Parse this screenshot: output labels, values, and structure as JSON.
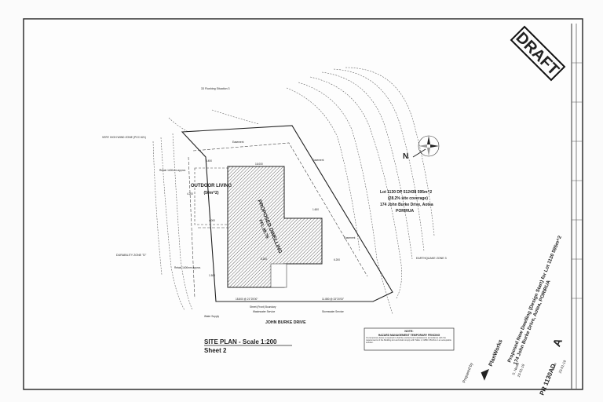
{
  "stamp": {
    "draft": "DRAFT"
  },
  "site": {
    "title": "SITE PLAN - Scale 1:200",
    "sheet": "Sheet 2",
    "flushing_situation": "33 Flushing Situation 3",
    "wind_zone": "VERY HIGH WIND ZONE (PCC 621)",
    "durability": "DURABILITY ZONE \"D\"",
    "earthquake": "EARTHQUAKE ZONE 3",
    "road": "JOHN BURKE DRIVE",
    "outdoor_living": "OUTDOOR LIVING",
    "outdoor_area": "(50m^2)",
    "dwelling": "PROPOSED DWELLING",
    "dwelling_level": "FFL 89.76",
    "easement": "Easement",
    "retain1": "Retain 1400mm approx.",
    "retain2": "Retain 1400mm approx.",
    "water_supply": "Water Supply",
    "wastewater": "Wastewater Service",
    "stormwater": "Stormwater Service",
    "street_boundary": "Street (Front) Boundary",
    "north": "N"
  },
  "lot": {
    "line1": "Lot 1130   DP 512438   595m^2",
    "line2": "(28.2% site coverage)",
    "line3": "174 John Burke Drive, Aotea",
    "line4": "PORIRUA"
  },
  "note": {
    "heading": "NOTE:",
    "subheading": "HAZARD MANAGEMENT TEMPORARY FENCING",
    "body": "If a temporary fence is required it shall be erected and maintained in accordance with the requirements of the Building Act and shall comply with Table 1, NZBC F5/AS1 or an acceptable solution."
  },
  "title_block": {
    "project": "Proposed New Dwelling (Design Start) for Lot 1130 595m^2",
    "address": "174 John Burke Drive, Aotea, PORIRUA",
    "prepared_by": "Prepared by",
    "company": "PlanWorks",
    "scale_label": "Scale",
    "revision": "A",
    "drawn": "S. Neale",
    "date": "23-01-19",
    "job_no": "PR 1130AD"
  },
  "dims": [
    "3.450",
    "4.000",
    "1.500",
    "1.600",
    "5.200",
    "6.200",
    "4.200",
    "16.000",
    "18.800 @ 21°25'00\"",
    "11.880 @ 33°20'00\""
  ]
}
